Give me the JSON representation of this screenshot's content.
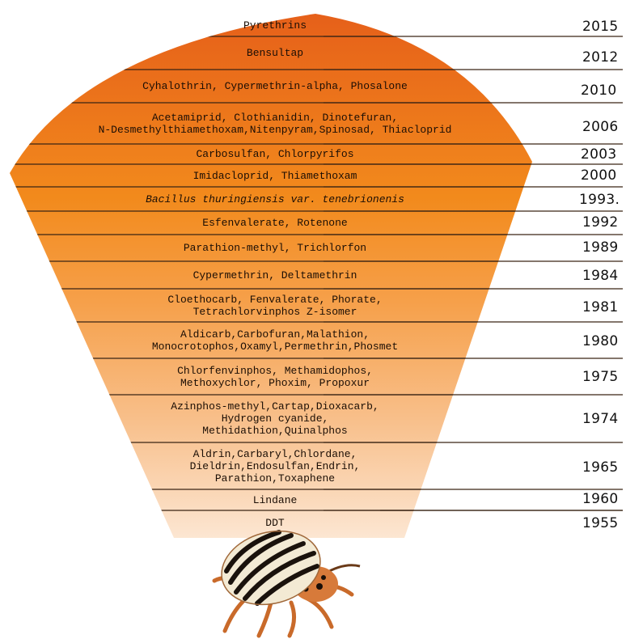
{
  "bands": [
    {
      "lines": [
        "Pyrethrins"
      ],
      "year": "2015"
    },
    {
      "lines": [
        "Bensultap"
      ],
      "year": "2012"
    },
    {
      "lines": [
        "Cyhalothrin, Cypermethrin-alpha, Phosalone"
      ],
      "year": "2010"
    },
    {
      "lines": [
        "Acetamiprid, Clothianidin, Dinotefuran,",
        "N-Desmethylthiamethoxam,Nitenpyram,Spinosad, Thiacloprid"
      ],
      "year": "2006"
    },
    {
      "lines": [
        "Carbosulfan, Chlorpyrifos"
      ],
      "year": "2003"
    },
    {
      "lines": [
        "Imidacloprid, Thiamethoxam"
      ],
      "year": "2000"
    },
    {
      "lines": [
        "Bacillus thuringiensis var. tenebrionenis"
      ],
      "year": "1993.",
      "italic": true
    },
    {
      "lines": [
        "Esfenvalerate, Rotenone"
      ],
      "year": "1992"
    },
    {
      "lines": [
        "Parathion-methyl, Trichlorfon"
      ],
      "year": "1989"
    },
    {
      "lines": [
        "Cypermethrin, Deltamethrin"
      ],
      "year": "1984"
    },
    {
      "lines": [
        "Cloethocarb, Fenvalerate, Phorate,",
        "Tetrachlorvinphos Z-isomer"
      ],
      "year": "1981"
    },
    {
      "lines": [
        "Aldicarb,Carbofuran,Malathion,",
        "Monocrotophos,Oxamyl,Permethrin,Phosmet"
      ],
      "year": "1980"
    },
    {
      "lines": [
        "Chlorfenvinphos, Methamidophos,",
        "Methoxychlor, Phoxim, Propoxur"
      ],
      "year": "1975"
    },
    {
      "lines": [
        "Azinphos-methyl,Cartap,Dioxacarb,",
        "Hydrogen cyanide,",
        "Methidathion,Quinalphos"
      ],
      "year": "1974"
    },
    {
      "lines": [
        "Aldrin,Carbaryl,Chlordane,",
        "Dieldrin,Endosulfan,Endrin,",
        "Parathion,Toxaphene"
      ],
      "year": "1965"
    },
    {
      "lines": [
        "Lindane"
      ],
      "year": "1960"
    },
    {
      "lines": [
        "DDT"
      ],
      "year": "1955"
    }
  ],
  "colors": {
    "top": "#e8621a",
    "mid": "#f5901c",
    "bottom": "#fbe2cc",
    "line": "#3a2414"
  },
  "icons": {
    "beetle": "colorado-potato-beetle-icon"
  }
}
